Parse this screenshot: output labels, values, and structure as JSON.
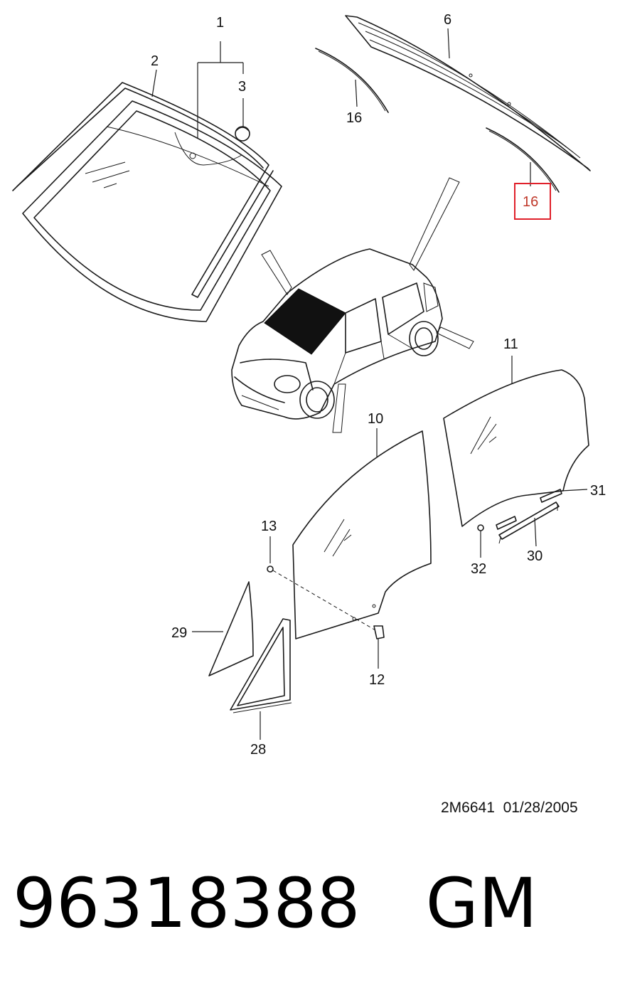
{
  "callouts": {
    "c1": "1",
    "c2": "2",
    "c3": "3",
    "c6": "6",
    "c16a": "16",
    "c16b": "16",
    "c11": "11",
    "c10": "10",
    "c13": "13",
    "c29": "29",
    "c28": "28",
    "c12": "12",
    "c31": "31",
    "c30": "30",
    "c32": "32"
  },
  "highlight": {
    "callout": "16",
    "color": "#e0202a"
  },
  "reference": {
    "code": "2M6641",
    "date": "01/28/2005"
  },
  "part": {
    "number": "96318388",
    "brand": "GM"
  }
}
